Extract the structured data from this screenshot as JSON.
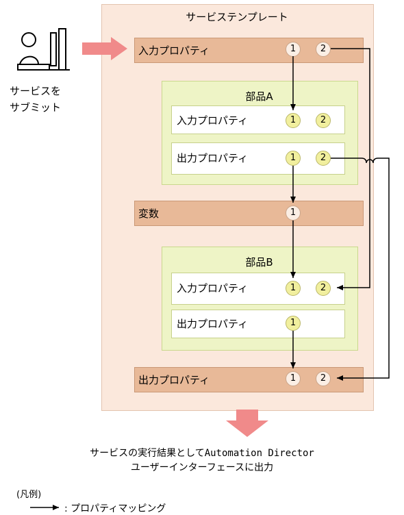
{
  "template": {
    "title": "サービステンプレート"
  },
  "user": {
    "label_line1": "サービスを",
    "label_line2": "サブミット"
  },
  "input_props": {
    "label": "入力プロパティ",
    "p1": "1",
    "p2": "2"
  },
  "part_a": {
    "title": "部品A",
    "input": {
      "label": "入力プロパティ",
      "p1": "1",
      "p2": "2"
    },
    "output": {
      "label": "出力プロパティ",
      "p1": "1",
      "p2": "2"
    }
  },
  "variable": {
    "label": "変数",
    "p1": "1"
  },
  "part_b": {
    "title": "部品B",
    "input": {
      "label": "入力プロパティ",
      "p1": "1",
      "p2": "2"
    },
    "output": {
      "label": "出力プロパティ",
      "p1": "1"
    }
  },
  "output_props": {
    "label": "出力プロパティ",
    "p1": "1",
    "p2": "2"
  },
  "result": {
    "line1": "サービスの実行結果としてAutomation Director",
    "line2": "ユーザーインターフェースに出力"
  },
  "legend": {
    "title": "(凡例)",
    "arrow_label": ": プロパティマッピング"
  },
  "colors": {
    "template_bg": "#fbe8dc",
    "bar": "#e8b998",
    "part_bg": "#eef4c6",
    "pink_arrow": "#f08a8a",
    "circle": "#f1ef9e"
  }
}
